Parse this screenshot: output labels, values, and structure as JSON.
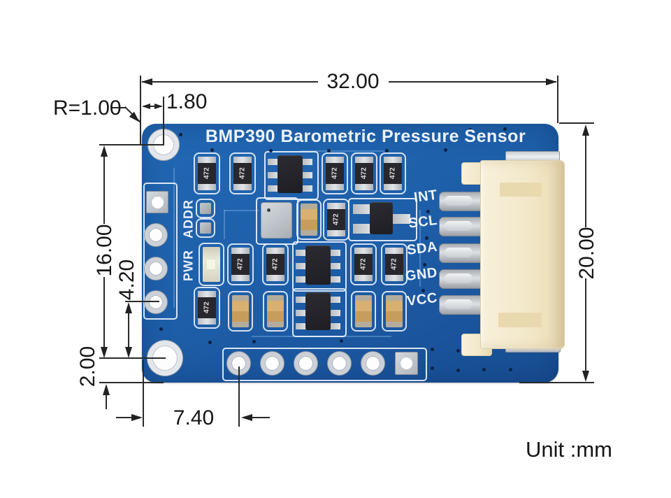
{
  "figure": {
    "unit_note": "Unit :mm"
  },
  "dimensions": {
    "board_width": "32.00",
    "hole_offset_x": "1.80",
    "corner_radius": "R=1.00",
    "header_height": "16.00",
    "hole_gap": "4.20",
    "bottom_margin": "2.00",
    "first_pin_offset": "7.40",
    "board_height": "20.00"
  },
  "board": {
    "title": "BMP390 Barometric Pressure Sensor",
    "pin_labels": [
      "INT",
      "SCL",
      "SDA",
      "GND",
      "VCC"
    ],
    "left_labels": {
      "addr": "ADDR",
      "pwr": "PWR"
    },
    "resistor_label": "472",
    "colors": {
      "pcb_blue": "#1e5fa9",
      "silkscreen": "#e9f0fb",
      "connector_cream": "#f2e7c8",
      "dimension_ink": "#2a2a2a"
    }
  }
}
